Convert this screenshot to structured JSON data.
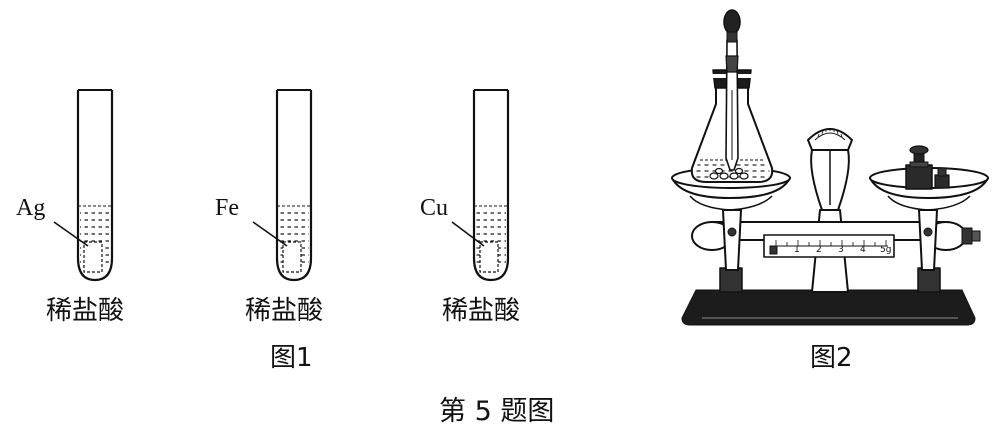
{
  "figure1": {
    "tubes": [
      {
        "metal": "Ag",
        "liquid": "稀盐酸"
      },
      {
        "metal": "Fe",
        "liquid": "稀盐酸"
      },
      {
        "metal": "Cu",
        "liquid": "稀盐酸"
      }
    ],
    "label": "图1"
  },
  "figure2": {
    "label": "图2",
    "scale_ticks": [
      "1",
      "2",
      "3",
      "4",
      "5g"
    ]
  },
  "caption": "第 5 题图"
}
